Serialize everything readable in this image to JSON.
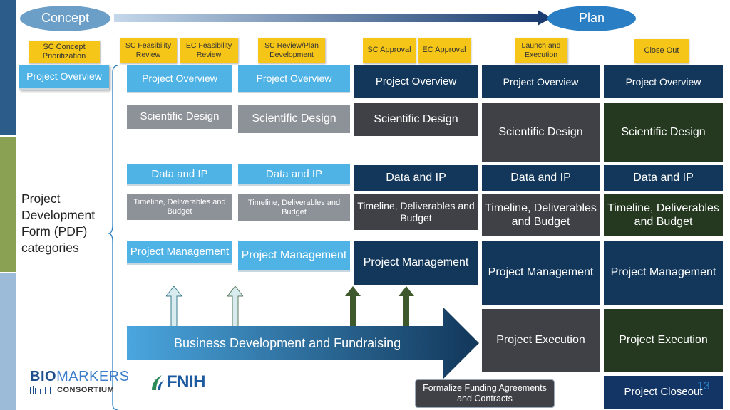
{
  "header": {
    "concept": "Concept",
    "plan": "Plan"
  },
  "stages": [
    "SC Concept Prioritization",
    "SC Feasibility Review",
    "EC Feasibility Review",
    "SC Review/Plan Development",
    "SC Approval",
    "EC Approval",
    "Launch and Execution",
    "Close Out"
  ],
  "categories": {
    "overview": "Project Overview",
    "design": "Scientific Design",
    "data": "Data and IP",
    "timeline": "Timeline, Deliverables and Budget",
    "management": "Project Management",
    "execution": "Project Execution",
    "closeout": "Project Closeout"
  },
  "left_label": "Project Development Form (PDF) categories",
  "banner": "Business Development and Fundraising",
  "funding": "Formalize Funding Agreements and Contracts",
  "logos": {
    "biomarkers_bio": "BIO",
    "biomarkers_markers": "MARKERS",
    "consortium": "CONSORTIUM",
    "fnih": "FNIH"
  },
  "page_number": "13",
  "colors": {
    "stage_yellow": "#f5c518",
    "light_blue": "#4fb3e6",
    "navy": "#12375a",
    "gray": "#8d9299",
    "dark_green": "#24391f",
    "arrow_blue": "#2a7fc4"
  }
}
